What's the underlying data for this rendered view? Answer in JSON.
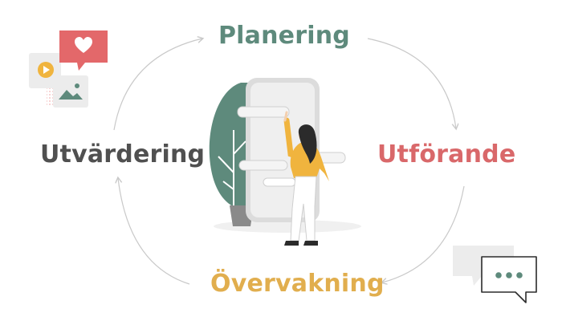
{
  "cycle": {
    "steps": [
      {
        "label": "Planering",
        "color": "#5e8a7c"
      },
      {
        "label": "Utförande",
        "color": "#d9686a"
      },
      {
        "label": "Övervakning",
        "color": "#e1ae4e"
      },
      {
        "label": "Utvärdering",
        "color": "#505050"
      }
    ],
    "arrow_color": "#c9c9c9"
  },
  "icons": {
    "heart_bubble": {
      "name": "heart-bubble-icon",
      "color": "#e3686a"
    },
    "play_tile": {
      "name": "play-icon",
      "color": "#f0b43e"
    },
    "image_tile": {
      "name": "image-icon",
      "color": "#5e8a7c"
    },
    "chat_bubble": {
      "name": "typing-bubble-icon",
      "color": "#5e8a7c"
    }
  },
  "illustration": {
    "plant_color": "#5e8a7c",
    "shirt_color": "#f0b43e",
    "hair_color": "#2b2b2b",
    "phone_color": "#e9e9e9"
  }
}
